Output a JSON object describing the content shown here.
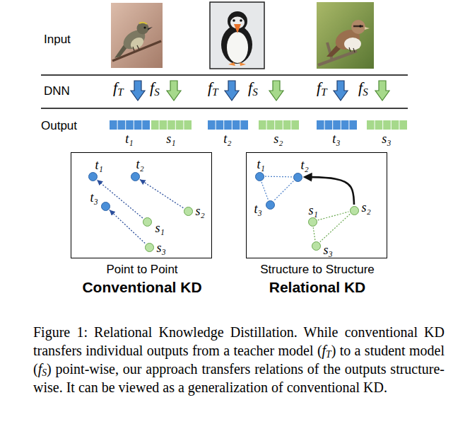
{
  "diagram": {
    "caption": "Figure 1: Relational Knowledge Distillation. While conventional KD transfers individual outputs from a teacher model (fT) to a student model (fS) point-wise, our approach transfers relations of the outputs structure-wise. It can be viewed as a generalization of conventional KD.",
    "nodes": [
      {
        "text": [
          "Point to Point",
          "Conventional KD"
        ]
      },
      {
        "text": [
          "t₁"
        ],
        "in": 0
      },
      {
        "text": [
          "t₂"
        ],
        "in": 0
      },
      {
        "text": [
          "t₃"
        ],
        "in": 0
      },
      {
        "text": [
          "s₁"
        ],
        "in": 0
      },
      {
        "text": [
          "s₂"
        ],
        "in": 0
      },
      {
        "text": [
          "s₃"
        ],
        "in": 0
      },
      {
        "text": [
          "Structure to Structure",
          "Relational KD"
        ]
      },
      {
        "text": [
          "t₁"
        ],
        "in": 7
      },
      {
        "text": [
          "t₂"
        ],
        "in": 7
      },
      {
        "text": [
          "t₃"
        ],
        "in": 7
      },
      {
        "text": [
          "s₁"
        ],
        "in": 7
      },
      {
        "text": [
          "s₂"
        ],
        "in": 7
      },
      {
        "text": [
          "s₃"
        ],
        "in": 7
      }
    ],
    "edges": [
      {
        "from": 4,
        "to": 1,
        "arrow": "to"
      },
      {
        "from": 5,
        "to": 2,
        "arrow": "to"
      },
      {
        "from": 6,
        "to": 3,
        "arrow": "to"
      },
      {
        "from": 8,
        "to": 9,
        "arrow": "none"
      },
      {
        "from": 9,
        "to": 10,
        "arrow": "none"
      },
      {
        "from": 10,
        "to": 8,
        "arrow": "none"
      },
      {
        "from": 11,
        "to": 12,
        "arrow": "none"
      },
      {
        "from": 12,
        "to": 13,
        "arrow": "none"
      },
      {
        "from": 13,
        "to": 11,
        "arrow": "none"
      },
      {
        "from": 12,
        "to": 9,
        "arrow": "to"
      }
    ],
    "labels": [
      "Input",
      "DNN",
      "fT",
      "fS",
      "fT",
      "fS",
      "fT",
      "fS",
      "Output",
      "t₁",
      "s₁",
      "t₂",
      "s₂",
      "t₃",
      "s₃"
    ]
  }
}
